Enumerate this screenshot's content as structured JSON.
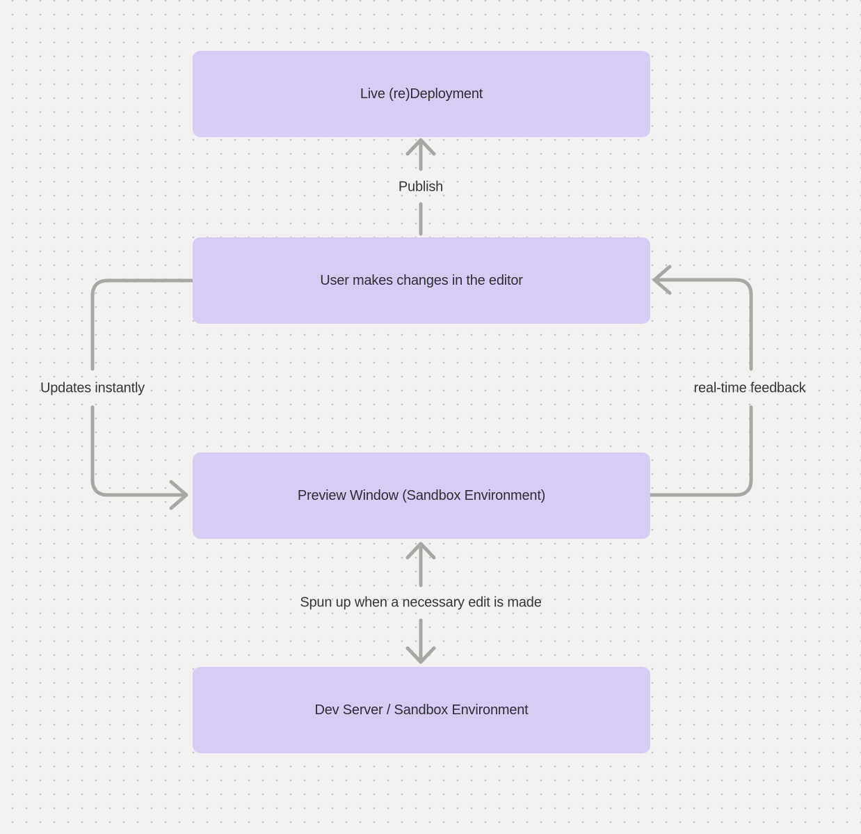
{
  "canvas": {
    "background_color": "#f3f2f0",
    "dot_color": "#c6c6c4",
    "node_fill_color": "#d8ccf4",
    "node_text_color": "#2d2d35",
    "arrow_color": "#a8a7a4",
    "label_text_color": "#35353c"
  },
  "diagram": {
    "type": "flowchart",
    "nodes": [
      {
        "id": "live-redeployment",
        "label": "Live (re)Deployment"
      },
      {
        "id": "user-editor",
        "label": "User makes changes in the editor"
      },
      {
        "id": "preview-window",
        "label": "Preview Window (Sandbox Environment)"
      },
      {
        "id": "dev-server",
        "label": "Dev Server / Sandbox Environment"
      }
    ],
    "edges": [
      {
        "from": "user-editor",
        "to": "live-redeployment",
        "label": "Publish",
        "direction": "up"
      },
      {
        "from": "user-editor",
        "to": "preview-window",
        "label": "Updates instantly",
        "direction": "left-down"
      },
      {
        "from": "preview-window",
        "to": "user-editor",
        "label": "real-time feedback",
        "direction": "right-up"
      },
      {
        "from": "preview-window",
        "to": "dev-server",
        "label": "Spun up when a necessary edit is made",
        "direction": "bidirectional"
      }
    ]
  }
}
